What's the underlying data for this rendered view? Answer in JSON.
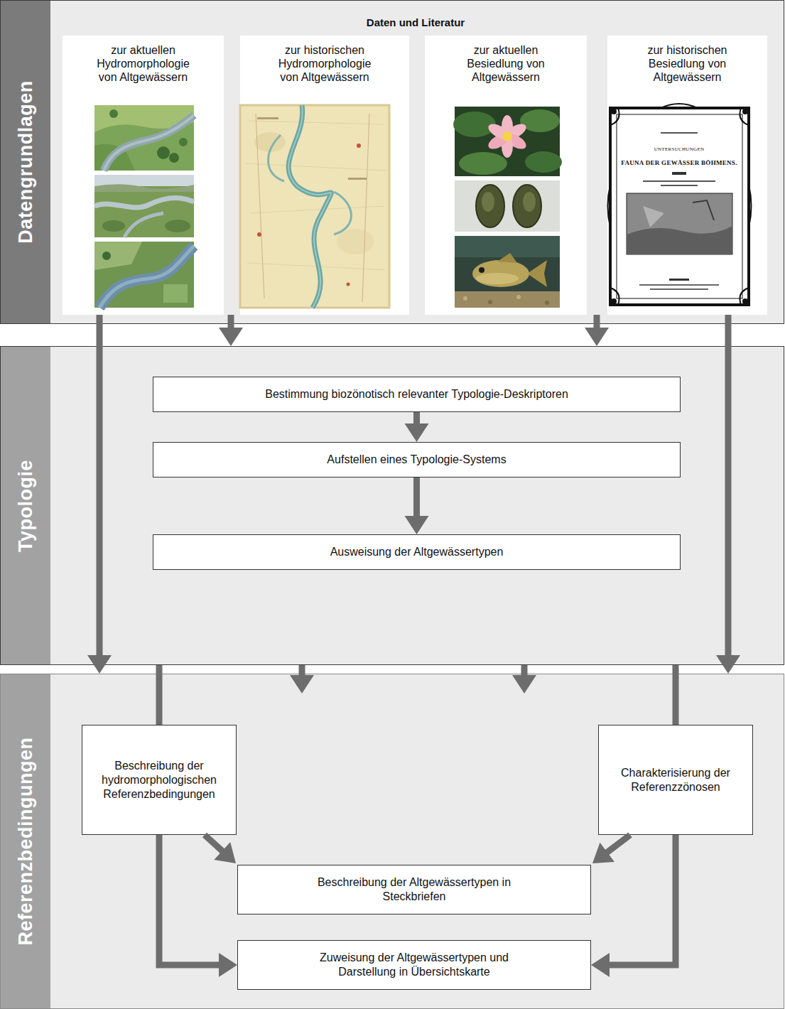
{
  "diagram": {
    "nodes": [
      {
        "text": [
          "Datengrundlagen",
          "Daten und Literatur"
        ]
      },
      {
        "text": [
          "zur aktuellen Hydromorphologie von Altgewässern"
        ],
        "in": 0
      },
      {
        "text": [
          "zur historischen Hydromorphologie von Altgewässern"
        ],
        "in": 0
      },
      {
        "text": [
          "zur aktuellen Besiedlung von Altgewässern"
        ],
        "in": 0
      },
      {
        "text": [
          "zur historischen Besiedlung von Altgewässern"
        ],
        "in": 0
      },
      {
        "text": [
          "Typologie"
        ]
      },
      {
        "text": [
          "Bestimmung biozönotisch relevanter Typologie-Deskriptoren"
        ],
        "in": 5
      },
      {
        "text": [
          "Aufstellen eines Typologie-Systems"
        ],
        "in": 5
      },
      {
        "text": [
          "Ausweisung der Altgewässertypen"
        ],
        "in": 5
      },
      {
        "text": [
          "Referenzbedingungen"
        ]
      },
      {
        "text": [
          "Beschreibung der hydromorphologischen Referenzbedingungen"
        ],
        "in": 9
      },
      {
        "text": [
          "Charakterisierung der Referenzzönosen"
        ],
        "in": 9
      },
      {
        "text": [
          "Beschreibung der Altgewässertypen in Steckbriefen"
        ],
        "in": 9
      },
      {
        "text": [
          "Zuweisung der Altgewässertypen und Darstellung in Übersichtskarte"
        ],
        "in": 9
      }
    ],
    "edges": [
      {
        "from": 1,
        "to": 9,
        "arrow": "to"
      },
      {
        "from": 2,
        "to": 5,
        "arrow": "to"
      },
      {
        "from": 3,
        "to": 5,
        "arrow": "to"
      },
      {
        "from": 4,
        "to": 9,
        "arrow": "to"
      },
      {
        "from": 6,
        "to": 7,
        "arrow": "to"
      },
      {
        "from": 7,
        "to": 8,
        "arrow": "to"
      },
      {
        "from": 5,
        "to": 10,
        "arrow": "none"
      },
      {
        "from": 5,
        "to": 9,
        "arrow": "to"
      },
      {
        "from": 5,
        "to": 9,
        "arrow": "to"
      },
      {
        "from": 5,
        "to": 11,
        "arrow": "none"
      },
      {
        "from": 10,
        "to": 12,
        "arrow": "to"
      },
      {
        "from": 11,
        "to": 12,
        "arrow": "to"
      },
      {
        "from": 10,
        "to": 13,
        "arrow": "to"
      },
      {
        "from": 11,
        "to": 13,
        "arrow": "to"
      }
    ],
    "labels": [
      "UNTERSUCHUNGEN",
      "FAUNA DER GEWÄSSER BÖHMENS."
    ]
  }
}
